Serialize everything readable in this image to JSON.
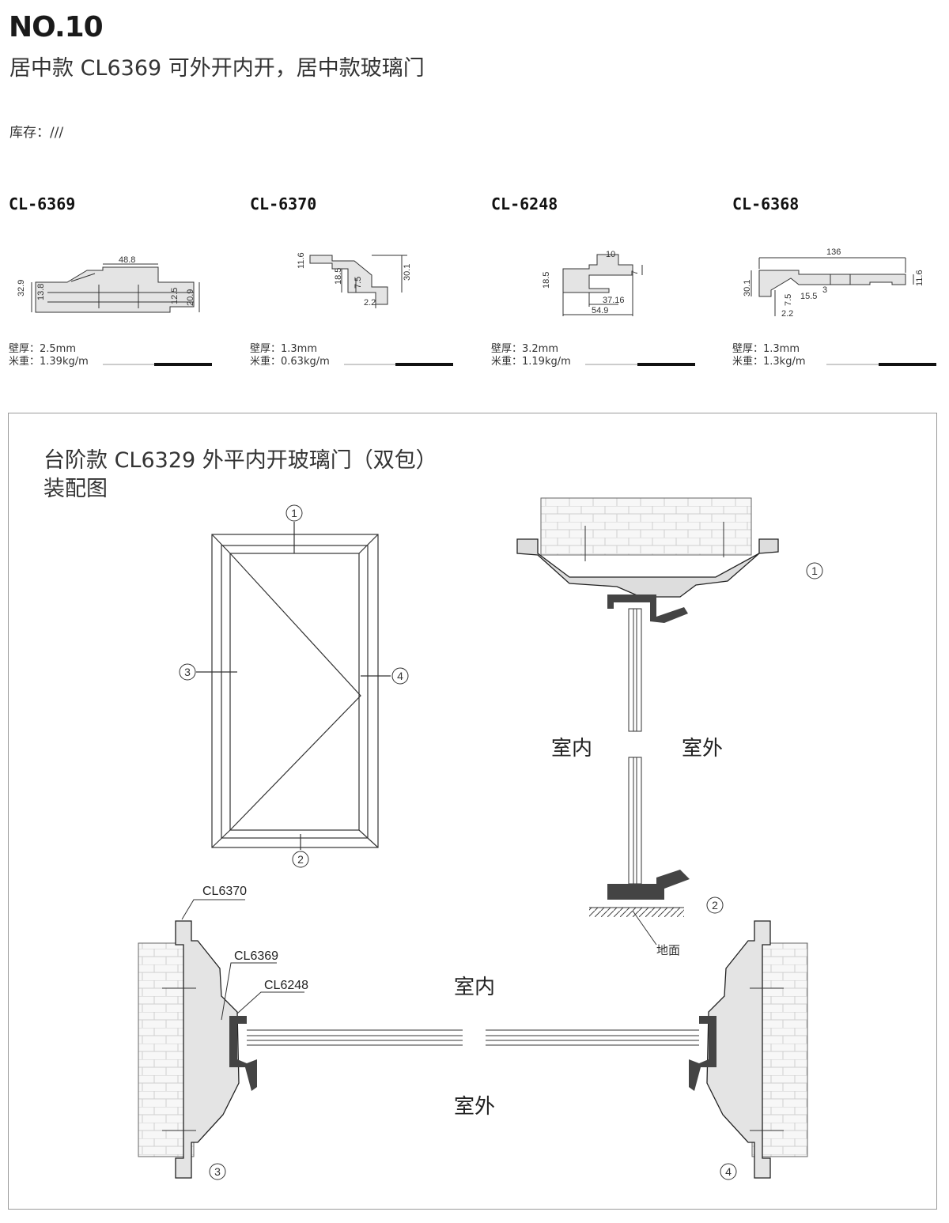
{
  "header": {
    "number": "NO.10",
    "subtitle": "居中款 CL6369 可外开内开，居中款玻璃门",
    "stock": "库存：///"
  },
  "profiles": [
    {
      "code": "CL-6369",
      "thickness": "壁厚：2.5mm",
      "weight": "米重：1.39kg/m",
      "dims": [
        "48.8",
        "32.9",
        "13.8",
        "12.5",
        "20.9"
      ]
    },
    {
      "code": "CL-6370",
      "thickness": "壁厚：1.3mm",
      "weight": "米重：0.63kg/m",
      "dims": [
        "11.6",
        "18.5",
        "7.5",
        "30.1",
        "2.2"
      ]
    },
    {
      "code": "CL-6248",
      "thickness": "壁厚：3.2mm",
      "weight": "米重：1.19kg/m",
      "dims": [
        "10",
        "18.5",
        "7",
        "37.16",
        "54.9"
      ]
    },
    {
      "code": "CL-6368",
      "thickness": "壁厚：1.3mm",
      "weight": "米重：1.3kg/m",
      "dims": [
        "136",
        "30.1",
        "3",
        "15.5",
        "7.5",
        "2.2",
        "11.6"
      ]
    }
  ],
  "assembly": {
    "title": "台阶款 CL6329 外平内开玻璃门（双包）",
    "subtitle": "装配图",
    "markers": [
      "1",
      "2",
      "3",
      "4"
    ],
    "indoor": "室内",
    "outdoor": "室外",
    "ground": "地面",
    "callouts": [
      "CL6370",
      "CL6369",
      "CL6248"
    ]
  }
}
